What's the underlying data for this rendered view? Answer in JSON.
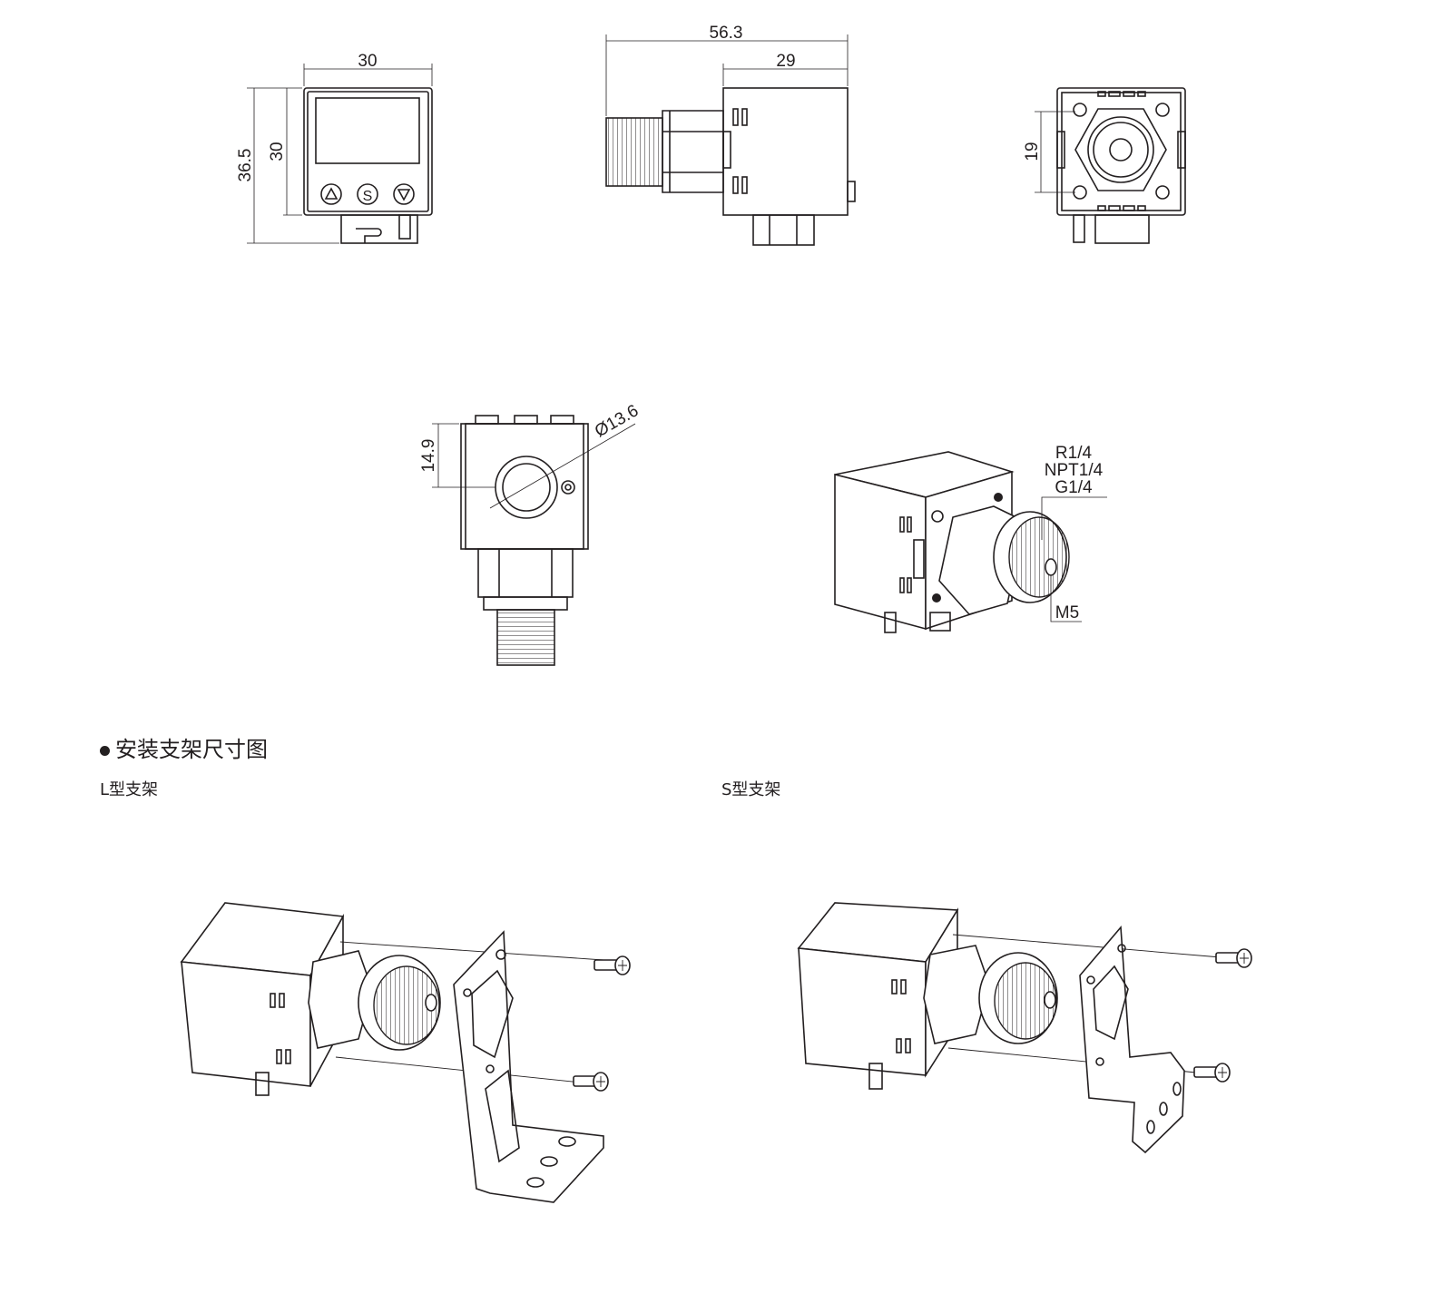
{
  "front_view": {
    "width_label": "30",
    "height_label": "36.5",
    "body_height_label": "30",
    "buttons": [
      "up",
      "S",
      "down"
    ],
    "button_s_label": "S"
  },
  "side_view": {
    "total_length_label": "56.3",
    "body_length_label": "29"
  },
  "back_view": {
    "hole_spacing_label": "19"
  },
  "top_view": {
    "offset_label": "14.9",
    "diameter_label": "Ø13.6"
  },
  "iso_view": {
    "thread_labels": [
      "R1/4",
      "NPT1/4",
      "G1/4"
    ],
    "inner_thread_label": "M5"
  },
  "section": {
    "title": "安装支架尺寸图",
    "l_bracket_label": "L型支架",
    "s_bracket_label": "S型支架"
  }
}
